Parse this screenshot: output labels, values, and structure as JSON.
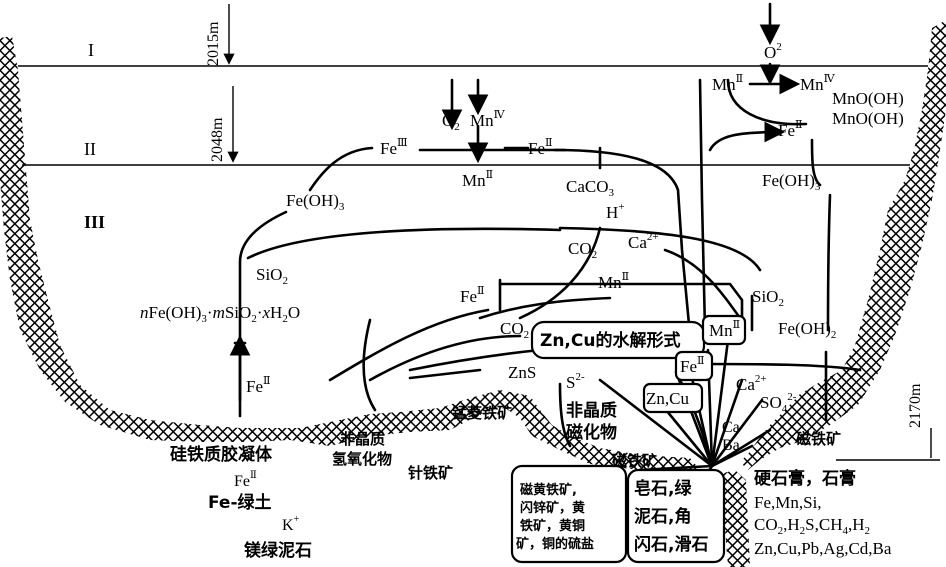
{
  "zones": {
    "z1": "I",
    "z2": "II",
    "z3": "III"
  },
  "depths": {
    "d1": "2015m",
    "d2": "2048m",
    "d3": "2170m"
  },
  "species": {
    "o2_top": "O",
    "o2_top_sup": "2",
    "o2_mid": "O",
    "o2_mid_sub": "2",
    "mn_iv_top": "Mn",
    "mn_iv_top_sup": "Ⅳ",
    "mn_ii_top": "Mn",
    "mn_ii_top_sup": "Ⅱ",
    "mno_oh_1": "MnO(OH)",
    "mno_oh_2": "MnO(OH)",
    "fe_ii_right": "Fe",
    "fe_ii_right_sup": "Ⅱ",
    "fe_iii": "Fe",
    "fe_iii_sup": "Ⅲ",
    "fe_ii_mid": "Fe",
    "fe_ii_mid_sup": "Ⅱ",
    "mn_iv_mid": "Mn",
    "mn_iv_mid_sup": "Ⅳ",
    "mn_ii_mid": "Mn",
    "mn_ii_mid_sup": "Ⅱ",
    "caco3": "CaCO",
    "caco3_sub": "3",
    "feoh3_left": "Fe(OH)",
    "feoh3_left_sub": "3",
    "feoh3_right": "Fe(OH)",
    "feoh3_right_sub": "3",
    "hplus": "H",
    "hplus_sup": "+",
    "co2_a": "CO",
    "co2_a_sub": "2",
    "ca2plus_a": "Ca",
    "ca2plus_a_sup": "2+",
    "sio2_left": "SiO",
    "sio2_left_sub": "2",
    "sio2_right": "SiO",
    "sio2_right_sub": "2",
    "fe_ii_c": "Fe",
    "fe_ii_c_sup": "Ⅱ",
    "mn_ii_c": "Mn",
    "mn_ii_c_sup": "Ⅱ",
    "co2_b": "CO",
    "co2_b_sub": "2",
    "feoh2": "Fe(OH)",
    "feoh2_sub": "2",
    "formula_n": "n",
    "formula_a": "Fe(OH)",
    "formula_a_sub": "3",
    "formula_dot": "·",
    "formula_m": "m",
    "formula_b": "SiO",
    "formula_b_sub": "2",
    "formula_c": "·",
    "formula_x": "x",
    "formula_d": "H",
    "formula_d_sub": "2",
    "formula_e": "O",
    "fe_ii_left": "Fe",
    "fe_ii_left_sup": "Ⅱ",
    "hydrolysis": "Zn,Cu的水解形式",
    "mn_ii_box": "Mn",
    "mn_ii_box_sup": "Ⅱ",
    "fe_ii_box": "Fe",
    "fe_ii_box_sup": "Ⅱ",
    "zns": "ZnS",
    "s2minus": "S",
    "s2minus_sup": "2-",
    "zncu_box": "Zn,Cu",
    "ca2plus_b": "Ca",
    "ca2plus_b_sup": "2+",
    "so4": "SO",
    "so4_sub": "4",
    "so4_sup": "2-",
    "ca_small": "Ca",
    "ba_small": "Ba"
  },
  "minerals": {
    "rhodochrosite": "锰菱铁矿",
    "amorph_sulfide_1": "非晶质",
    "amorph_sulfide_2": "磁化物",
    "amorph_hydroxide_1": "非晶质",
    "amorph_hydroxide_2": "氢氧化物",
    "goethite": "针铁矿",
    "pyrrhotite_a": "磁铁矿",
    "pyrrhotite_b": "磁铁矿",
    "gel": "硅铁质胶凝体",
    "fe_small": "Fe",
    "fe_small_sup": "Ⅱ",
    "fe_clay": "Fe-绿土",
    "kplus": "K",
    "kplus_sup": "+",
    "chamosite": "镁绿泥石",
    "sulfides_box": [
      "磁黄铁矿,",
      "闪锌矿，黄",
      "铁矿，黄铜",
      "矿，铜的硫盐"
    ],
    "silicates_box": [
      "皂石,绿",
      "泥石,角",
      "闪石,滑石"
    ],
    "anhydrite": "硬石膏，石膏",
    "fluid_1": "Fe,Mn,Si,",
    "fluid_2_a": "CO",
    "fluid_2_a_sub": "2",
    "fluid_2_b": ",H",
    "fluid_2_b_sub": "2",
    "fluid_2_c": "S,CH",
    "fluid_2_c_sub": "4",
    "fluid_2_d": ",H",
    "fluid_2_d_sub": "2",
    "fluid_3": "Zn,Cu,Pb,Ag,Cd,Ba"
  }
}
